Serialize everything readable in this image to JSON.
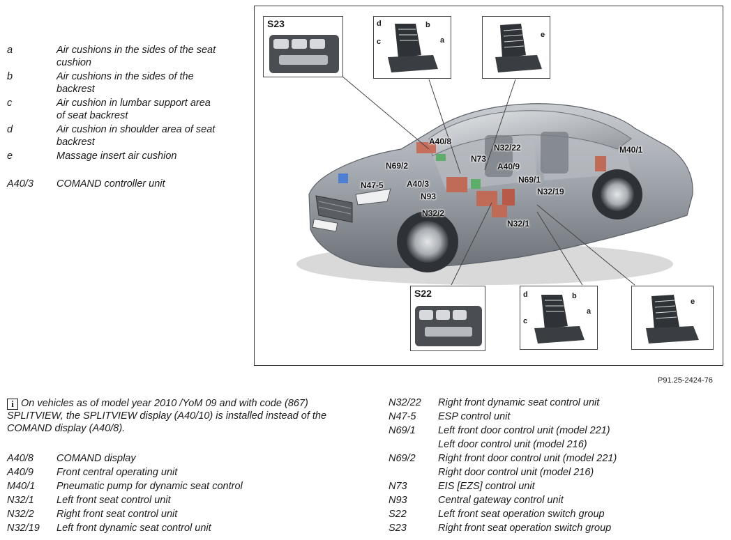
{
  "legend_top": [
    {
      "code": "a",
      "desc": "Air cushions in the sides of the seat cushion"
    },
    {
      "code": "b",
      "desc": "Air cushions in the sides of the backrest"
    },
    {
      "code": "c",
      "desc": "Air cushion in lumbar support area of seat backrest"
    },
    {
      "code": "d",
      "desc": "Air cushion in shoulder area of seat backrest"
    },
    {
      "code": "e",
      "desc": "Massage insert air cushion"
    },
    {
      "code": "A40/3",
      "desc": "COMAND controller unit"
    }
  ],
  "figure": {
    "reference": "P91.25-2424-76",
    "callouts": {
      "s23": "S23",
      "s22": "S22"
    },
    "seat_letters": {
      "a": "a",
      "b": "b",
      "c": "c",
      "d": "d",
      "e": "e"
    },
    "labels": [
      "A40/8",
      "N73",
      "N32/22",
      "M40/1",
      "N69/2",
      "A40/9",
      "N69/1",
      "N47-5",
      "A40/3",
      "N32/19",
      "N93",
      "N32/2",
      "N32/1"
    ]
  },
  "note": {
    "icon": "info-icon",
    "text": "On vehicles as of model year 2010 /YoM 09 and with code (867) SPLITVIEW, the SPLITVIEW display (A40/10) is installed instead of the COMAND display (A40/8)."
  },
  "legend_bottom_left": [
    {
      "code": "A40/8",
      "desc": "COMAND display"
    },
    {
      "code": "A40/9",
      "desc": "Front central operating unit"
    },
    {
      "code": "M40/1",
      "desc": "Pneumatic pump for dynamic seat control"
    },
    {
      "code": "N32/1",
      "desc": "Left front seat control unit"
    },
    {
      "code": "N32/2",
      "desc": "Right front seat control unit"
    },
    {
      "code": "N32/19",
      "desc": "Left front dynamic seat control unit"
    }
  ],
  "legend_bottom_right": [
    {
      "code": "N32/22",
      "desc": "Right front dynamic seat control unit"
    },
    {
      "code": "N47-5",
      "desc": "ESP control unit"
    },
    {
      "code": "N69/1",
      "desc": "Left front door control unit (model 221)"
    },
    {
      "code": "",
      "desc": "Left door control unit (model 216)"
    },
    {
      "code": "N69/2",
      "desc": "Right front door control unit (model 221)"
    },
    {
      "code": "",
      "desc": "Right door control unit (model 216)"
    },
    {
      "code": "N73",
      "desc": "EIS [EZS] control unit"
    },
    {
      "code": "N93",
      "desc": "Central gateway control unit"
    },
    {
      "code": "S22",
      "desc": "Left front seat operation switch group"
    },
    {
      "code": "S23",
      "desc": "Right front seat operation switch group"
    }
  ]
}
